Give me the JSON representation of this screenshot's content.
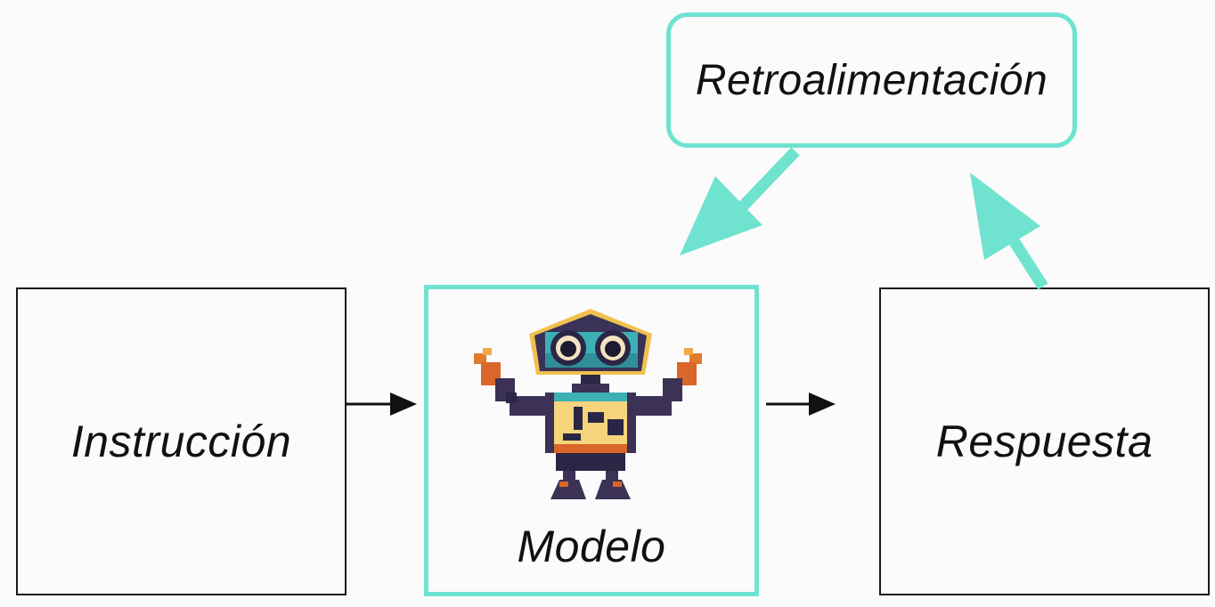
{
  "diagram": {
    "nodes": {
      "instruccion": "Instrucción",
      "modelo": "Modelo",
      "respuesta": "Respuesta",
      "retroalimentacion": "Retroalimentación"
    },
    "edges": [
      {
        "from": "instruccion",
        "to": "modelo"
      },
      {
        "from": "modelo",
        "to": "respuesta"
      },
      {
        "from": "respuesta",
        "to": "retroalimentacion"
      },
      {
        "from": "retroalimentacion",
        "to": "modelo"
      }
    ],
    "colors": {
      "accent": "#6fe3cf",
      "border": "#1a1a1a",
      "text": "#111111",
      "background": "#fbfbfb"
    },
    "icons": [
      "robot-icon"
    ]
  }
}
